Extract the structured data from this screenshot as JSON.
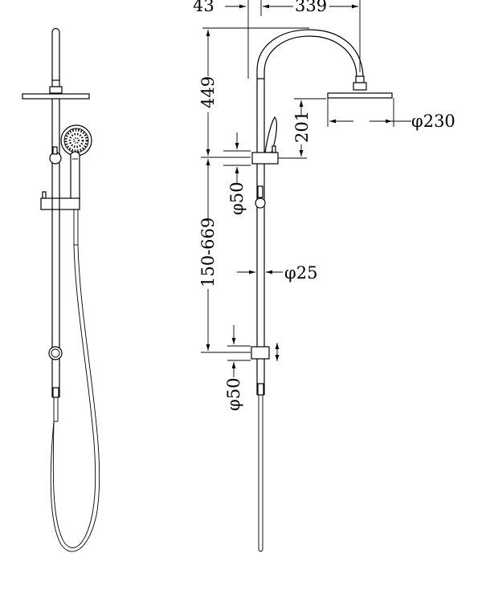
{
  "diagram": {
    "type": "technical-drawing",
    "subject": "Twin shower rail with overhead rain shower and hand shower",
    "views": [
      "front-view",
      "side-view"
    ],
    "dimensions": {
      "offset_top": "43",
      "arm_reach": "339",
      "arm_height": "449",
      "head_to_bracket": "201",
      "head_diameter": "φ230",
      "upper_bracket_diameter": "φ50",
      "rail_adjust_range": "150-669",
      "rail_diameter": "φ25",
      "lower_bracket_diameter": "φ50"
    },
    "colors": {
      "line": "#000000",
      "background": "#ffffff"
    }
  }
}
